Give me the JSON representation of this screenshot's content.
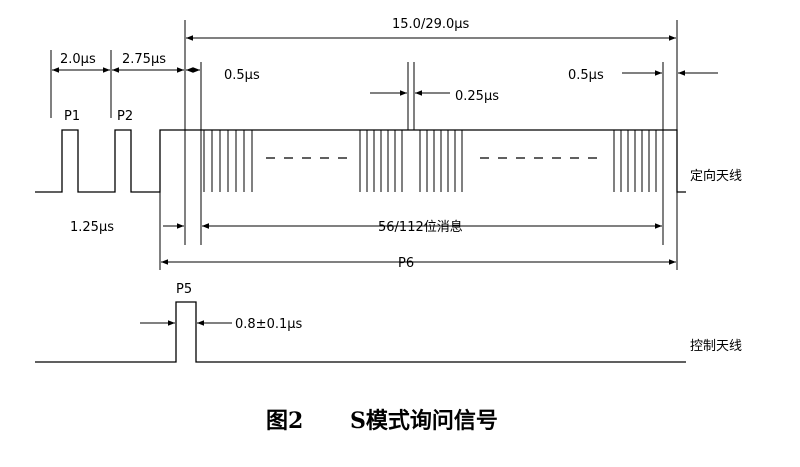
{
  "labels": {
    "pulse_p1": "P1",
    "pulse_p2": "P2",
    "pulse_p5": "P5",
    "p6": "P6",
    "t_p1_p2": "2.0μs",
    "t_p2_p6": "2.75μs",
    "t_total": "15.0/29.0μs",
    "t_sync_phase": "0.5μs",
    "t_chip": "0.25μs",
    "t_end": "0.5μs",
    "t_p5_start": "1.25μs",
    "t_message": "56/112位消息",
    "t_p5_width": "0.8±0.1μs",
    "directional_antenna": "定向天线",
    "control_antenna": "控制天线"
  },
  "caption": {
    "number": "图2",
    "title": "S模式询问信号"
  }
}
